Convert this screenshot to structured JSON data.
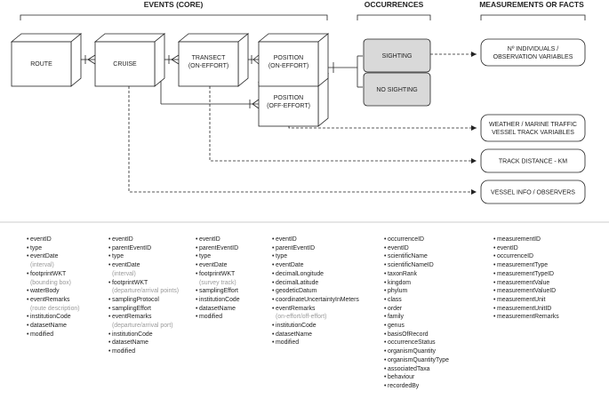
{
  "headers": {
    "events": "EVENTS (CORE)",
    "occurrences": "OCCURRENCES",
    "measurements": "MEASUREMENTS OR FACTS"
  },
  "events": {
    "route": "ROUTE",
    "cruise": "CRUISE",
    "transect": [
      "TRANSECT",
      "(ON-EFFORT)"
    ],
    "position_on": [
      "POSITION",
      "(ON-EFFORT)"
    ],
    "position_off": [
      "POSITION",
      "(OFF-EFFORT)"
    ]
  },
  "occurrences": {
    "sighting": "SIGHTING",
    "no_sighting": "NO SIGHTING"
  },
  "measurements": {
    "individuals": [
      "Nº INDIVIDUALS /",
      "OBSERVATION VARIABLES"
    ],
    "weather": [
      "WEATHER / MARINE TRAFFIC",
      "VESSEL TRACK VARIABLES"
    ],
    "track": "TRACK DISTANCE - KM",
    "vessel": "VESSEL INFO / OBSERVERS"
  },
  "colors": {
    "line": "#222222",
    "occurrence_fill": "#d9d9d9",
    "note_text": "#9a9a9a"
  },
  "columns": [
    [
      {
        "t": "eventID"
      },
      {
        "t": "type"
      },
      {
        "t": "eventDate"
      },
      {
        "t": "(interval)",
        "note": true
      },
      {
        "t": "footprintWKT"
      },
      {
        "t": "(bounding box)",
        "note": true
      },
      {
        "t": "waterBody"
      },
      {
        "t": "eventRemarks"
      },
      {
        "t": "(route description)",
        "note": true
      },
      {
        "t": "institutionCode"
      },
      {
        "t": "datasetName"
      },
      {
        "t": "modified"
      }
    ],
    [
      {
        "t": "eventID"
      },
      {
        "t": "parentEventID"
      },
      {
        "t": "type"
      },
      {
        "t": "eventDate"
      },
      {
        "t": "(interval)",
        "note": true
      },
      {
        "t": "footprintWKT"
      },
      {
        "t": "(departure/arrival points)",
        "note": true
      },
      {
        "t": "samplingProtocol"
      },
      {
        "t": "samplingEffort"
      },
      {
        "t": "eventRemarks"
      },
      {
        "t": "(departure/arrival port)",
        "note": true
      },
      {
        "t": "institutionCode"
      },
      {
        "t": "datasetName"
      },
      {
        "t": "modified"
      }
    ],
    [
      {
        "t": "eventID"
      },
      {
        "t": "parentEventID"
      },
      {
        "t": "type"
      },
      {
        "t": "eventDate"
      },
      {
        "t": "footprintWKT"
      },
      {
        "t": "(survey track)",
        "note": true
      },
      {
        "t": "samplingEffort"
      },
      {
        "t": "institutionCode"
      },
      {
        "t": "datasetName"
      },
      {
        "t": "modified"
      }
    ],
    [
      {
        "t": "eventID"
      },
      {
        "t": "parentEventID"
      },
      {
        "t": "type"
      },
      {
        "t": "eventDate"
      },
      {
        "t": "decimalLongitude"
      },
      {
        "t": "decimalLatitude"
      },
      {
        "t": "geodeticDatum"
      },
      {
        "t": "coordinateUncertaintyInMeters"
      },
      {
        "t": "eventRemarks"
      },
      {
        "t": "(on-effort/off-effort)",
        "note": true
      },
      {
        "t": "institutionCode"
      },
      {
        "t": "datasetName"
      },
      {
        "t": "modified"
      }
    ],
    [
      {
        "t": "occurrenceID"
      },
      {
        "t": "eventID"
      },
      {
        "t": "scientificName"
      },
      {
        "t": "scientificNameID"
      },
      {
        "t": "taxonRank"
      },
      {
        "t": "kingdom"
      },
      {
        "t": "phylum"
      },
      {
        "t": "class"
      },
      {
        "t": "order"
      },
      {
        "t": "family"
      },
      {
        "t": "genus"
      },
      {
        "t": "basisOfRecord"
      },
      {
        "t": "occurrenceStatus"
      },
      {
        "t": "organismQuantity"
      },
      {
        "t": "organismQuantityType"
      },
      {
        "t": "associatedTaxa"
      },
      {
        "t": "behaviour"
      },
      {
        "t": "recordedBy"
      }
    ],
    [
      {
        "t": "measurementID"
      },
      {
        "t": "eventID"
      },
      {
        "t": "occurrenceID"
      },
      {
        "t": "measurementType"
      },
      {
        "t": "measurementTypeID"
      },
      {
        "t": "measurementValue"
      },
      {
        "t": "measurementValueID"
      },
      {
        "t": "measurementUnit"
      },
      {
        "t": "measurementUnitID"
      },
      {
        "t": "measurementRemarks"
      }
    ]
  ]
}
